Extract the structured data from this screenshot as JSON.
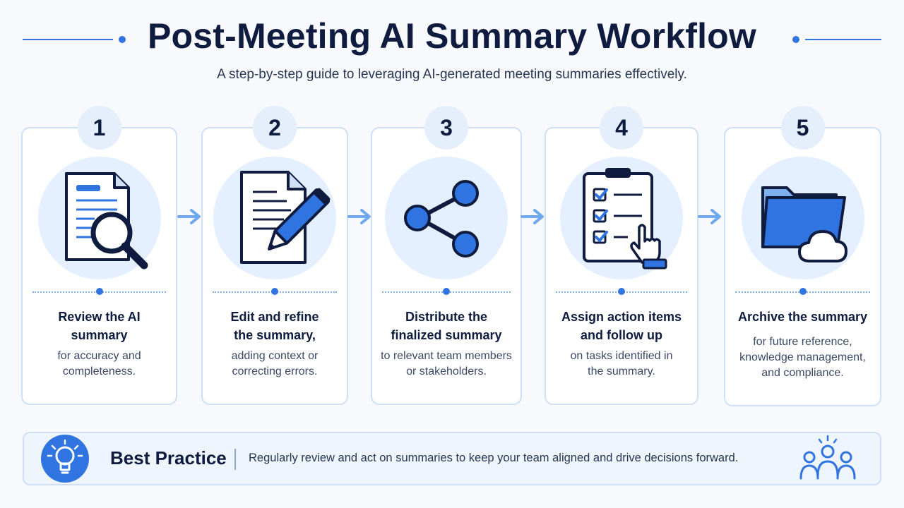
{
  "header": {
    "title": "Post-Meeting AI Summary Workflow",
    "subtitle": "A step-by-step guide to leveraging AI-generated meeting summaries effectively."
  },
  "steps": [
    {
      "number": "1",
      "title_line1": "Review the AI",
      "title_line2": "summary",
      "desc_line1": "for accuracy and",
      "desc_line2": "completeness.",
      "desc_line3": "",
      "icon": "document-magnifier-icon"
    },
    {
      "number": "2",
      "title_line1": "Edit and refine",
      "title_line2": "the summary,",
      "desc_line1": "adding context or",
      "desc_line2": "correcting errors.",
      "desc_line3": "",
      "icon": "document-pencil-icon"
    },
    {
      "number": "3",
      "title_line1": "Distribute the",
      "title_line2": "finalized summary",
      "desc_line1": "to relevant team members",
      "desc_line2": "or stakeholders.",
      "desc_line3": "",
      "icon": "share-icon"
    },
    {
      "number": "4",
      "title_line1": "Assign action items",
      "title_line2": "and follow up",
      "desc_line1": "on tasks identified in",
      "desc_line2": "the summary.",
      "desc_line3": "",
      "icon": "checklist-icon"
    },
    {
      "number": "5",
      "title_line1": "Archive the summary",
      "title_line2": "",
      "desc_line1": "for future reference,",
      "desc_line2": "knowledge management,",
      "desc_line3": "and compliance.",
      "icon": "folder-cloud-icon"
    }
  ],
  "best_practice": {
    "title": "Best Practice",
    "text": "Regularly review and act on summaries to keep your team aligned and drive decisions forward.",
    "icon": "lightbulb-icon",
    "team_icon": "team-icon"
  },
  "colors": {
    "accent": "#2f74e0",
    "navy": "#0f1c3f",
    "card_border": "#cfe0f5",
    "illustration_bg": "#e4efff"
  }
}
